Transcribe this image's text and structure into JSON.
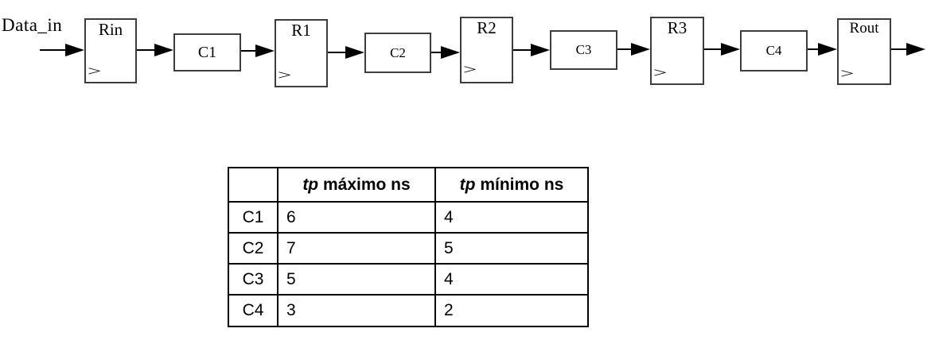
{
  "diagram": {
    "input_label": "Data_in",
    "clock_glyph": ">",
    "registers": [
      {
        "label": "Rin"
      },
      {
        "label": "R1"
      },
      {
        "label": "R2"
      },
      {
        "label": "R3"
      },
      {
        "label": "Rout"
      }
    ],
    "blocks": [
      {
        "label": "C1"
      },
      {
        "label": "C2"
      },
      {
        "label": "C3"
      },
      {
        "label": "C4"
      }
    ]
  },
  "table": {
    "header": {
      "blank": "",
      "max": {
        "tp": "tp",
        "rest": " máximo ns"
      },
      "min": {
        "tp": "tp",
        "rest": " mínimo ns"
      }
    },
    "rows": [
      {
        "label": "C1",
        "max": "6",
        "min": "4"
      },
      {
        "label": "C2",
        "max": "7",
        "min": "5"
      },
      {
        "label": "C3",
        "max": "5",
        "min": "4"
      },
      {
        "label": "C4",
        "max": "3",
        "min": "2"
      }
    ]
  },
  "colors": {
    "background": "#ffffff",
    "box_border": "#3d3d3d",
    "line": "#000000",
    "text": "#000000"
  }
}
